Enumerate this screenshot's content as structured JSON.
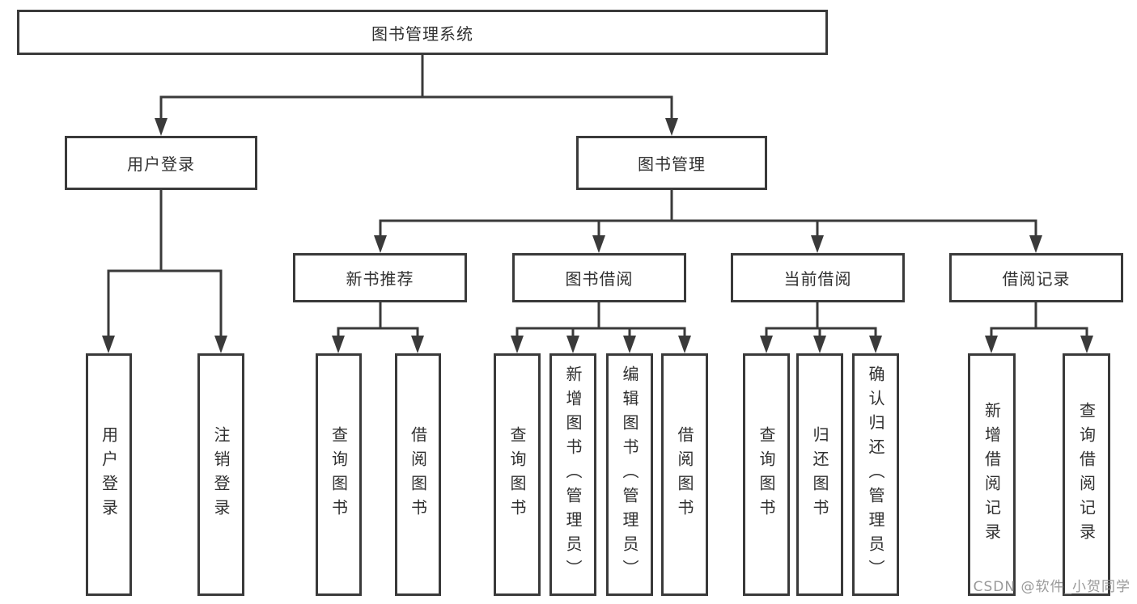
{
  "diagram": {
    "title": "图书管理系统",
    "level2": {
      "user_login": "用户登录",
      "book_management": "图书管理"
    },
    "user_login_children": {
      "login": "用户登录",
      "logout": "注销登录"
    },
    "book_management_children": {
      "new_book": "新书推荐",
      "borrow": "图书借阅",
      "current": "当前借阅",
      "records": "借阅记录"
    },
    "new_book_children": {
      "query": "查询图书",
      "borrow": "借阅图书"
    },
    "borrow_children": {
      "query": "查询图书",
      "add": "新增图书（管理员）",
      "edit": "编辑图书（管理员）",
      "borrow": "借阅图书"
    },
    "current_children": {
      "query": "查询图书",
      "return": "归还图书",
      "confirm": "确认归还（管理员）"
    },
    "records_children": {
      "add": "新增借阅记录",
      "query": "查询借阅记录"
    }
  },
  "watermark": "CSDN @软件_小贺同学",
  "colors": {
    "line": "#3a3a3a",
    "text": "#303030",
    "background": "#ffffff",
    "watermark": "#949494"
  }
}
